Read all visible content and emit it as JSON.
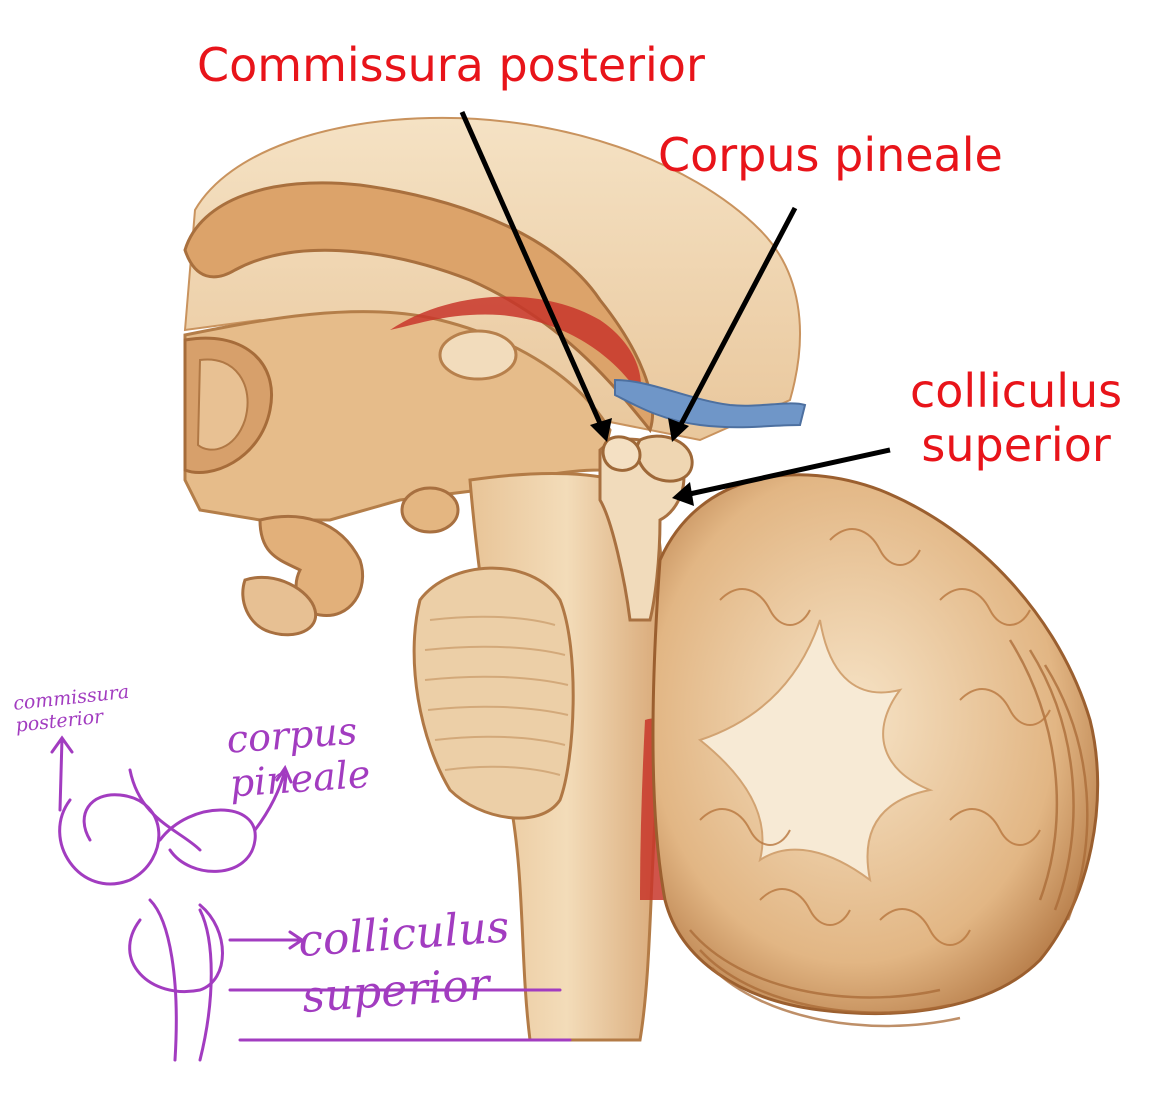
{
  "labels": {
    "commissura_posterior": "Commissura posterior",
    "corpus_pineale": "Corpus pineale",
    "colliculus_superior": "colliculus\nsuperior"
  },
  "handwritten_notes": {
    "commissura_posterior": "commissura posterior",
    "corpus_pineale": "corpus pineale",
    "colliculus_superior": "colliculus superior"
  },
  "colors": {
    "label_text": "#e8141a",
    "arrow": "#000000",
    "handwriting": "#a23cc0",
    "tissue_light": "#f1d7b0",
    "tissue_mid": "#dfb07c",
    "tissue_dark": "#b9804a",
    "artery_red": "#c8362a",
    "vein_blue": "#6f96c8",
    "background": "#ffffff"
  }
}
